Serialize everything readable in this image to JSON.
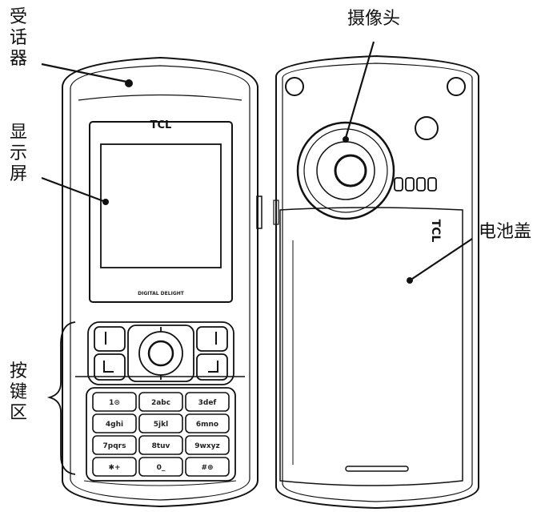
{
  "labels": {
    "receiver": "受话器",
    "display": "显示屏",
    "keypad": "按键区",
    "camera": "摄像头",
    "battery_cover": "电池盖"
  },
  "brand": {
    "front_logo": "TCL",
    "back_logo": "TCL",
    "screen_caption": "DIGITAL DELIGHT"
  },
  "keypad": {
    "keys": [
      [
        "1⊙",
        "2abc",
        "3def"
      ],
      [
        "4ghi",
        "5jkl",
        "6mno"
      ],
      [
        "7pqrs",
        "8tuv",
        "9wxyz"
      ],
      [
        "✱+",
        "0_",
        "#⊕"
      ]
    ]
  }
}
